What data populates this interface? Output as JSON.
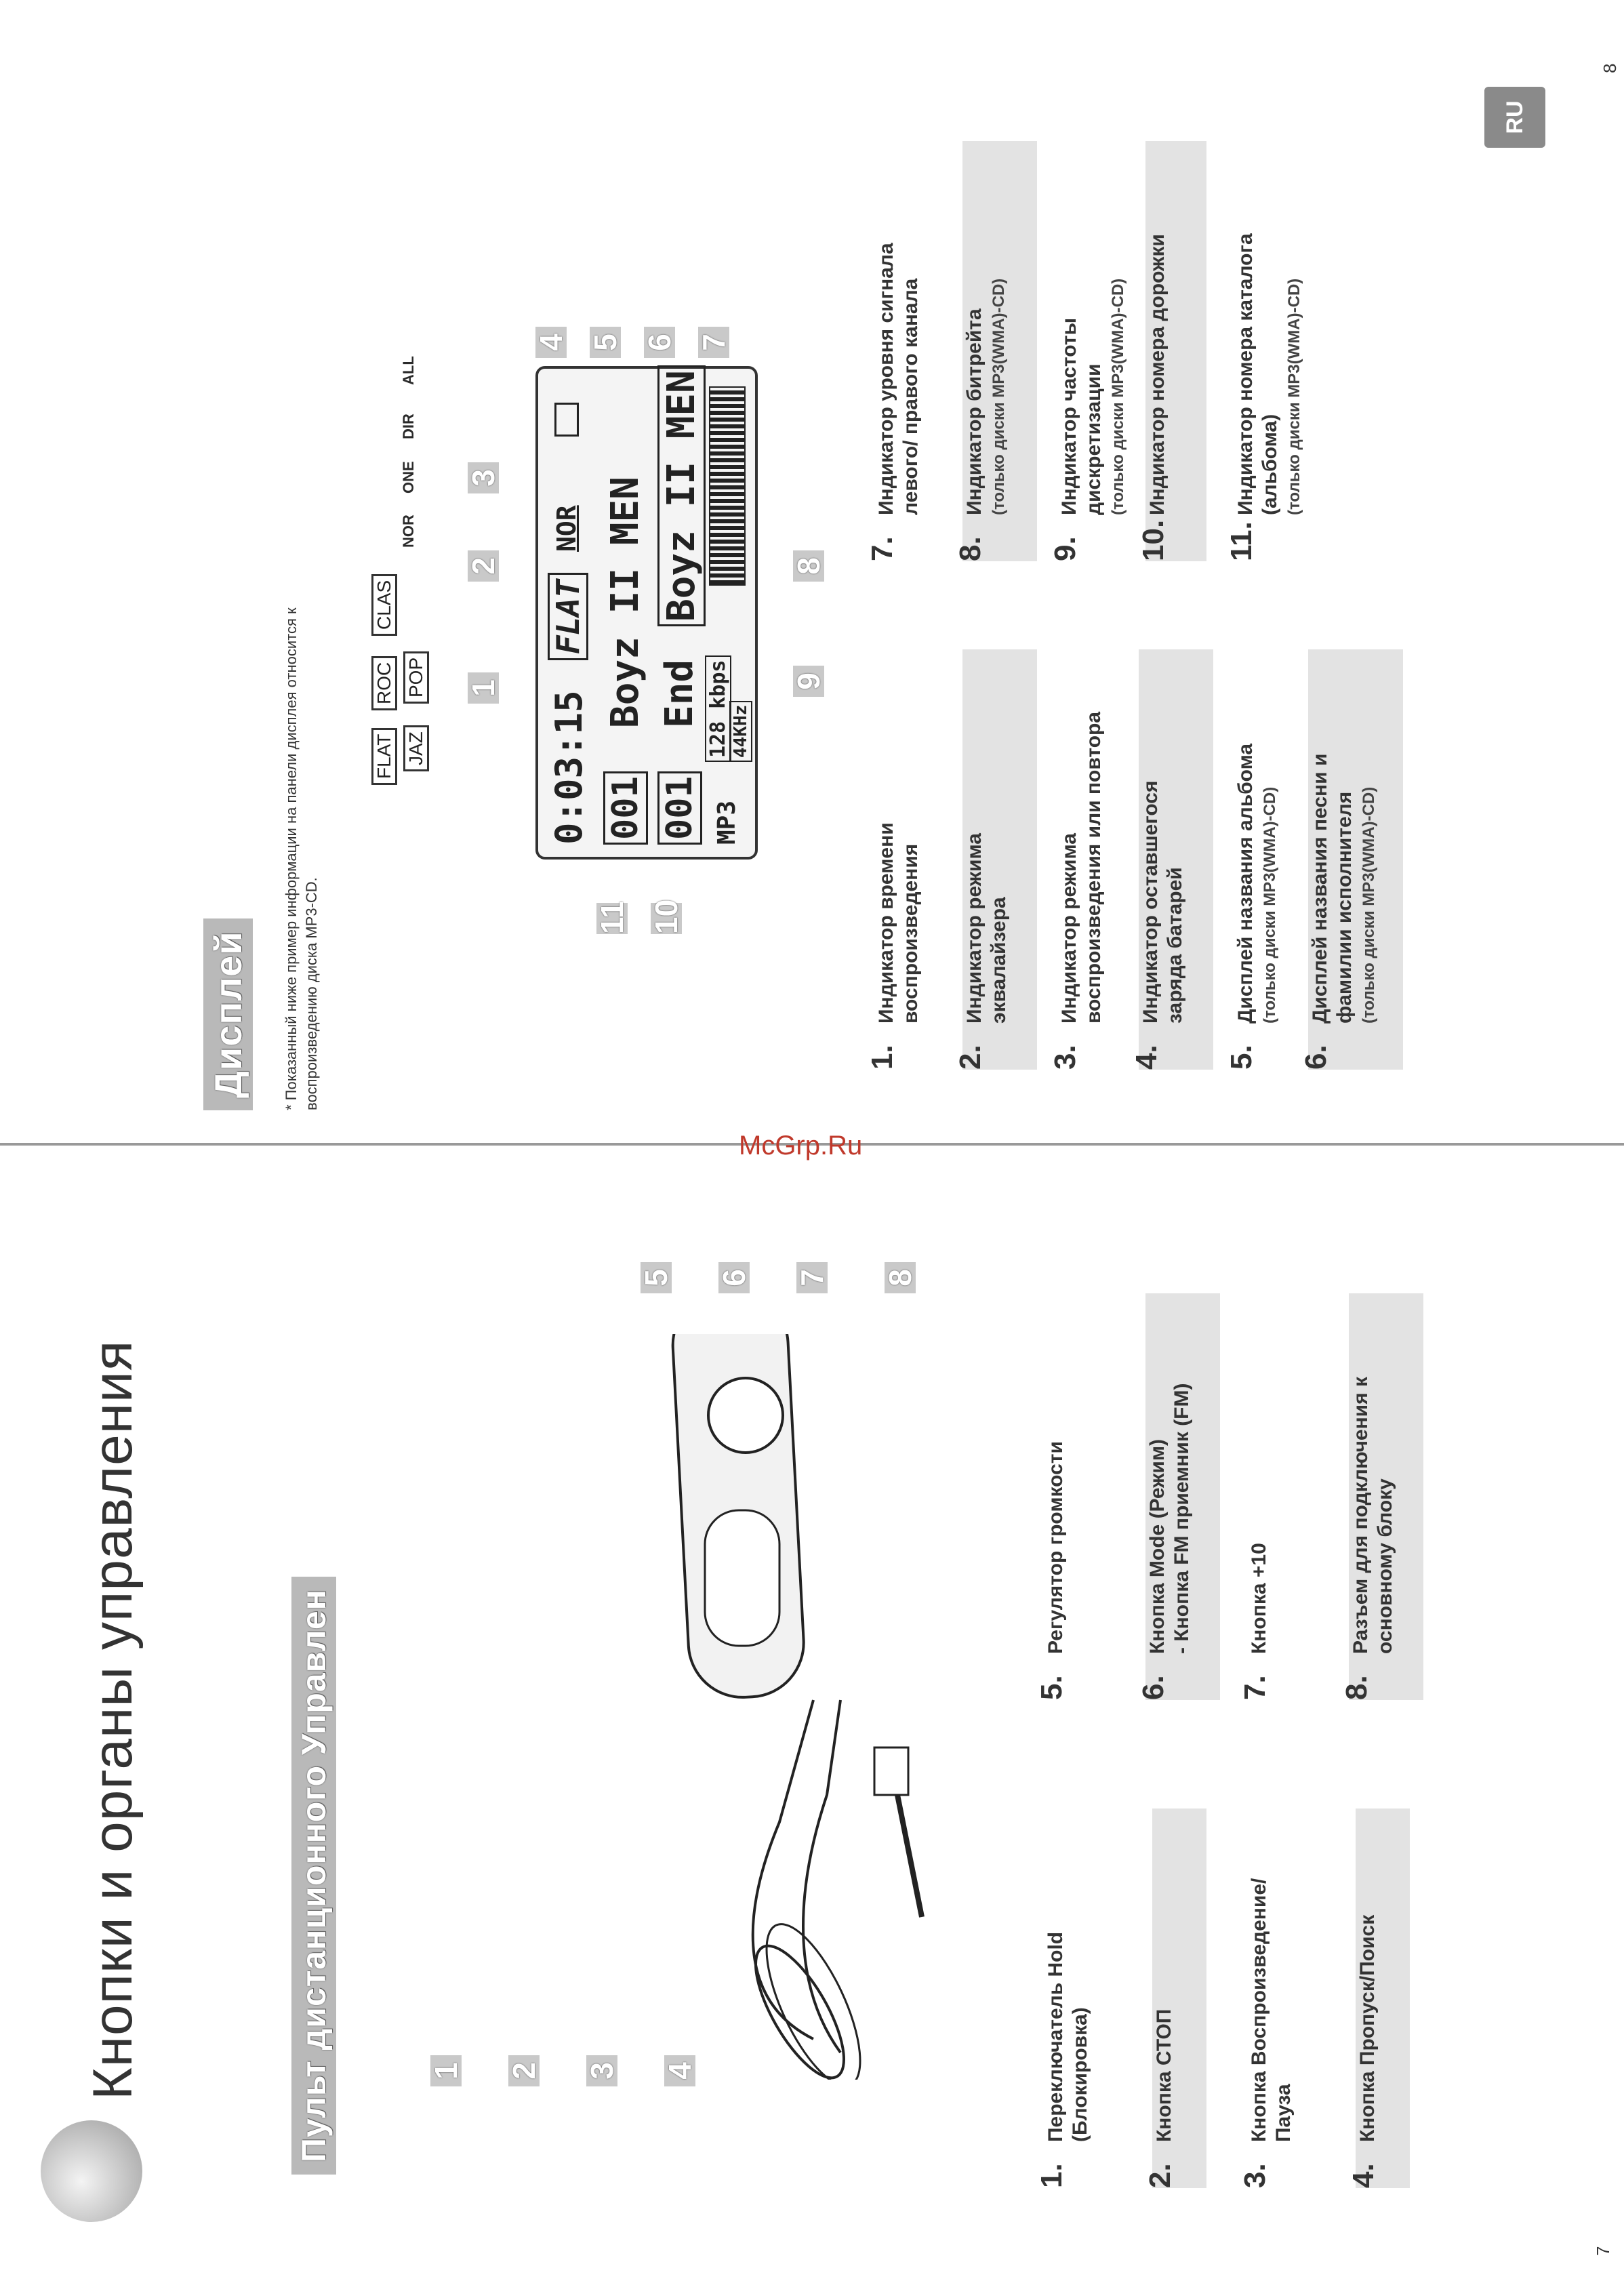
{
  "left_page": {
    "title": "Кнопки и органы управления",
    "section": "Пульт дистанционного Управлен",
    "items": [
      {
        "num": "1.",
        "text": "Переключатель Hold",
        "sub": "(Блокировка)"
      },
      {
        "num": "2.",
        "text": "Кнопка СТОП",
        "sub": ""
      },
      {
        "num": "3.",
        "text": "Кнопка Воспроизведение/",
        "sub": "Пауза"
      },
      {
        "num": "4.",
        "text": "Кнопка Пропуск/Поиск",
        "sub": ""
      },
      {
        "num": "5.",
        "text": "Регулятор громкости",
        "sub": ""
      },
      {
        "num": "6.",
        "text": "Кнопка Mode (Режим)",
        "sub": "- Кнопка FM приемник (FM)"
      },
      {
        "num": "7.",
        "text": "Кнопка +10",
        "sub": ""
      },
      {
        "num": "8.",
        "text": "Разъем для подключения к",
        "sub": "основному блоку"
      }
    ],
    "callouts": [
      "1",
      "2",
      "3",
      "4",
      "5",
      "6",
      "7",
      "8"
    ],
    "page_number": "7"
  },
  "right_page": {
    "title": "Дисплей",
    "lang_badge": "RU",
    "note_line1": "* Показанный ниже пример информации на панели дисплея относится к",
    "note_line2": "воспроизведению диска MP3-CD.",
    "eq_modes": [
      "FLAT",
      "ROC",
      "CLAS",
      "JAZ",
      "POP"
    ],
    "repeat_modes": [
      "NOR",
      "ONE",
      "DIR",
      "ALL"
    ],
    "lcd": {
      "time": "0:03:15",
      "eq": "FLAT",
      "mode": "NOR",
      "album_num": "001",
      "album": "Boyz II MEN",
      "track_num": "001",
      "song": "End",
      "artist": "Boyz II MEN",
      "format": "MP3",
      "bitrate": "128 kbps",
      "freq": "44KHz"
    },
    "callouts": [
      "1",
      "2",
      "3",
      "4",
      "5",
      "6",
      "7",
      "8",
      "9",
      "10",
      "11"
    ],
    "items": [
      {
        "num": "1.",
        "text": "Индикатор времени",
        "sub": "воспроизведения",
        "note": ""
      },
      {
        "num": "2.",
        "text": "Индикатор режима",
        "sub": "эквалайзера",
        "note": ""
      },
      {
        "num": "3.",
        "text": "Индикатор режима",
        "sub": "воспроизведения или повтора",
        "note": ""
      },
      {
        "num": "4.",
        "text": "Индикатор оставшегося",
        "sub": "заряда батарей",
        "note": ""
      },
      {
        "num": "5.",
        "text": "Дисплей названия альбома",
        "sub": "",
        "note": "(только диски MP3(WMA)-CD)"
      },
      {
        "num": "6.",
        "text": "Дисплей названия песни и",
        "sub": "фамилии исполнителя",
        "note": "(только диски MP3(WMA)-CD)"
      },
      {
        "num": "7.",
        "text": "Индикатор уровня сигнала",
        "sub": "левого/ правого канала",
        "note": ""
      },
      {
        "num": "8.",
        "text": "Индикатор битрейта",
        "sub": "",
        "note": "(только диски MP3(WMA)-CD)"
      },
      {
        "num": "9.",
        "text": "Индикатор частоты",
        "sub": "дискретизации",
        "note": "(только диски MP3(WMA)-CD)"
      },
      {
        "num": "10.",
        "text": "Индикатор номера дорожки",
        "sub": "",
        "note": ""
      },
      {
        "num": "11.",
        "text": "Индикатор номера каталога",
        "sub": "(альбома)",
        "note": "(только диски MP3(WMA)-CD)"
      }
    ],
    "page_number": "8"
  },
  "watermark": "McGrp.Ru"
}
